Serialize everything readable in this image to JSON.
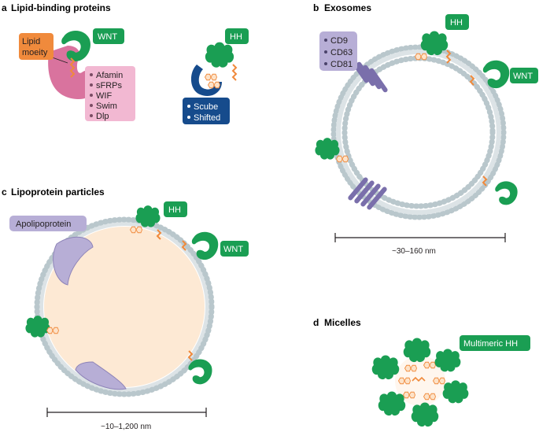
{
  "colors": {
    "green": "#1a9e53",
    "dark_green": "#137a3e",
    "orange": "#f08a3c",
    "pink": "#d9739e",
    "pink_box": "#f2b8d2",
    "blue": "#164b8c",
    "lavender": "#b7aed6",
    "purple": "#7a6fab",
    "membrane": "#b9c7cc",
    "lipoprotein_core": "#fde9d4"
  },
  "panels": {
    "a": {
      "letter": "a",
      "title": "Lipid-binding proteins"
    },
    "b": {
      "letter": "b",
      "title": "Exosomes"
    },
    "c": {
      "letter": "c",
      "title": "Lipoprotein particles"
    },
    "d": {
      "letter": "d",
      "title": "Micelles"
    }
  },
  "labels": {
    "wnt": "WNT",
    "hh": "HH",
    "lipid_moiety_1": "Lipid",
    "lipid_moiety_2": "moeity",
    "apolipoprotein": "Apolipoprotein",
    "multimeric_hh": "Multimeric HH"
  },
  "wnt_binders": [
    "Afamin",
    "sFRPs",
    "WIF",
    "Swim",
    "Dlp"
  ],
  "hh_binders": [
    "Scube",
    "Shifted"
  ],
  "exosome_markers": [
    "CD9",
    "CD63",
    "CD81"
  ],
  "scale_bars": {
    "exosome": "~30–160 nm",
    "lipoprotein": "~10–1,200 nm"
  }
}
